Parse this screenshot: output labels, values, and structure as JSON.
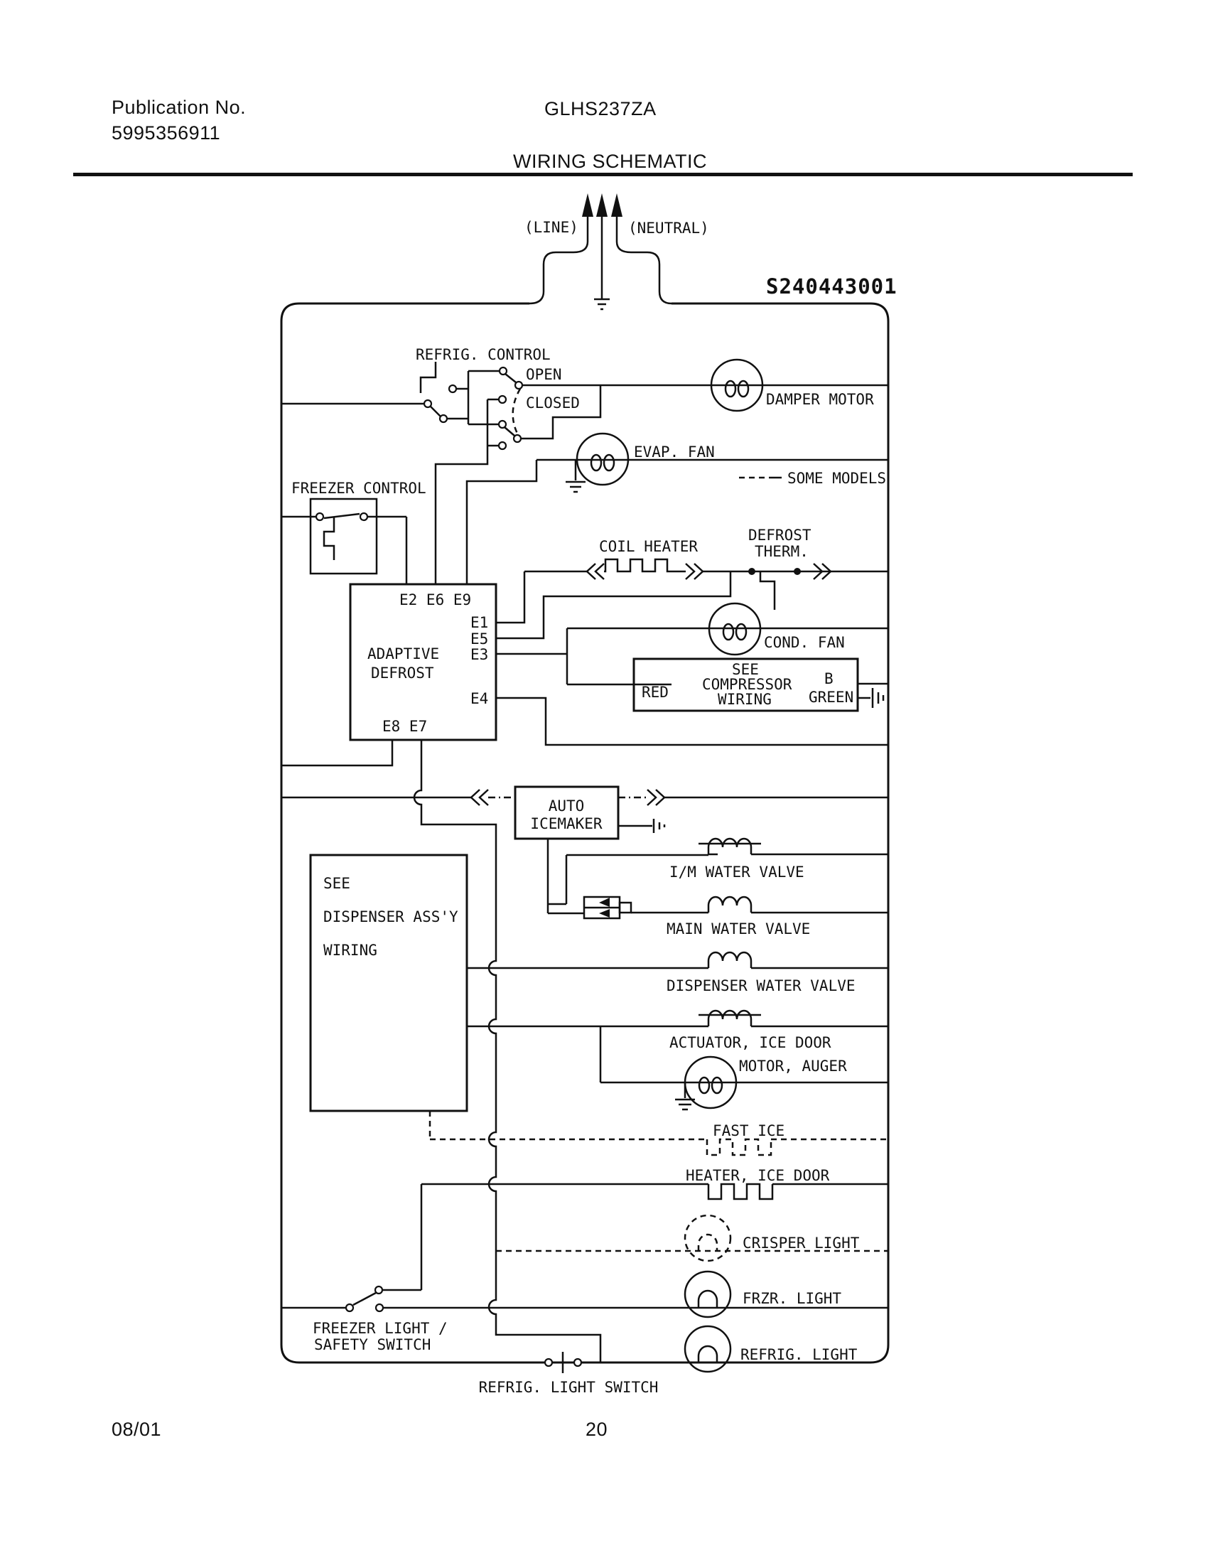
{
  "header": {
    "publication_label": "Publication No.",
    "publication_number": "5995356911",
    "model": "GLHS237ZA",
    "title": "WIRING SCHEMATIC"
  },
  "footer": {
    "date": "08/01",
    "page": "20"
  },
  "colors": {
    "ink": "#111111",
    "paper": "#ffffff"
  },
  "diagram": {
    "part_number": "S240443001",
    "line_label": "(LINE)",
    "neutral_label": "(NEUTRAL)",
    "refrig_control": "REFRIG. CONTROL",
    "open_label": "OPEN",
    "closed_label": "CLOSED",
    "damper_motor": "DAMPER MOTOR",
    "evap_fan": "EVAP. FAN",
    "some_models": "SOME MODELS",
    "freezer_control": "FREEZER CONTROL",
    "coil_heater": "COIL HEATER",
    "defrost_therm_line1": "DEFROST",
    "defrost_therm_line2": "THERM.",
    "adaptive_defrost_line1": "ADAPTIVE",
    "adaptive_defrost_line2": "DEFROST",
    "terminals_top": "E2 E6 E9",
    "terminal_e1": "E1",
    "terminal_e5": "E5",
    "terminal_e3": "E3",
    "terminal_e4": "E4",
    "terminals_bottom": "E8 E7",
    "cond_fan": "COND. FAN",
    "compressor_line1": "SEE",
    "compressor_line2": "COMPRESSOR",
    "compressor_line3": "WIRING",
    "red_label": "RED",
    "b_label": "B",
    "green_label": "GREEN",
    "icemaker_line1": "AUTO",
    "icemaker_line2": "ICEMAKER",
    "dispenser_line1": "SEE",
    "dispenser_line2": "DISPENSER ASS'Y",
    "dispenser_line3": "WIRING",
    "im_water_valve": "I/M WATER VALVE",
    "main_water_valve": "MAIN WATER VALVE",
    "dispenser_water_valve": "DISPENSER WATER VALVE",
    "actuator_ice_door": "ACTUATOR, ICE DOOR",
    "motor_auger": "MOTOR, AUGER",
    "fast_ice": "FAST ICE",
    "heater_ice_door": "HEATER, ICE DOOR",
    "crisper_light": "CRISPER LIGHT",
    "frzr_light": "FRZR. LIGHT",
    "refrig_light": "REFRIG. LIGHT",
    "freezer_safety_line1": "FREEZER LIGHT /",
    "freezer_safety_line2": "SAFETY SWITCH",
    "refrig_light_switch": "REFRIG. LIGHT SWITCH"
  }
}
